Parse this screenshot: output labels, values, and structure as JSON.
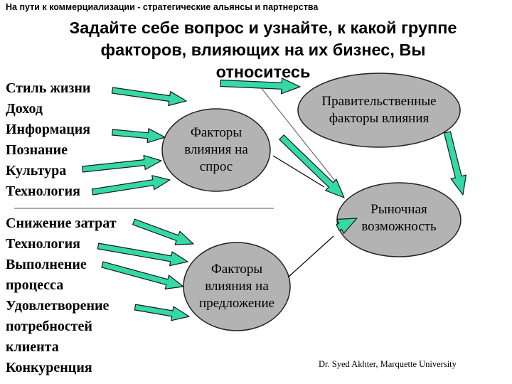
{
  "header": {
    "breadcrumb": "На пути к коммерциализации - стратегические альянсы и партнерства",
    "title_lines": [
      "Задайте себе вопрос и узнайте, к какой группе",
      "факторов, влияющих на их бизнес, Вы",
      "относитесь"
    ]
  },
  "demand_factors": [
    "Стиль жизни",
    "Доход",
    "Информация",
    "Познание",
    "Культура",
    "Технология"
  ],
  "supply_factors": [
    "Снижение затрат",
    "Технология",
    "Выполнение",
    "процесса",
    "Удовлетворение",
    "потребностей",
    "клиента",
    "Конкуренция"
  ],
  "nodes": {
    "demand": [
      "Факторы",
      "влияния на",
      "спрос"
    ],
    "government": [
      "Правительственные",
      "факторы влияния"
    ],
    "market": [
      "Рыночная",
      "возможность"
    ],
    "supply": [
      "Факторы",
      "влияния на",
      "предложение"
    ]
  },
  "footer": {
    "credit": "Dr. Syed Akhter, Marquette University"
  },
  "colors": {
    "arrow_fill": "#33d9a6",
    "arrow_stroke": "#1a1a1a",
    "ellipse_fill": "#b3b3b3",
    "ellipse_stroke": "#222222"
  }
}
